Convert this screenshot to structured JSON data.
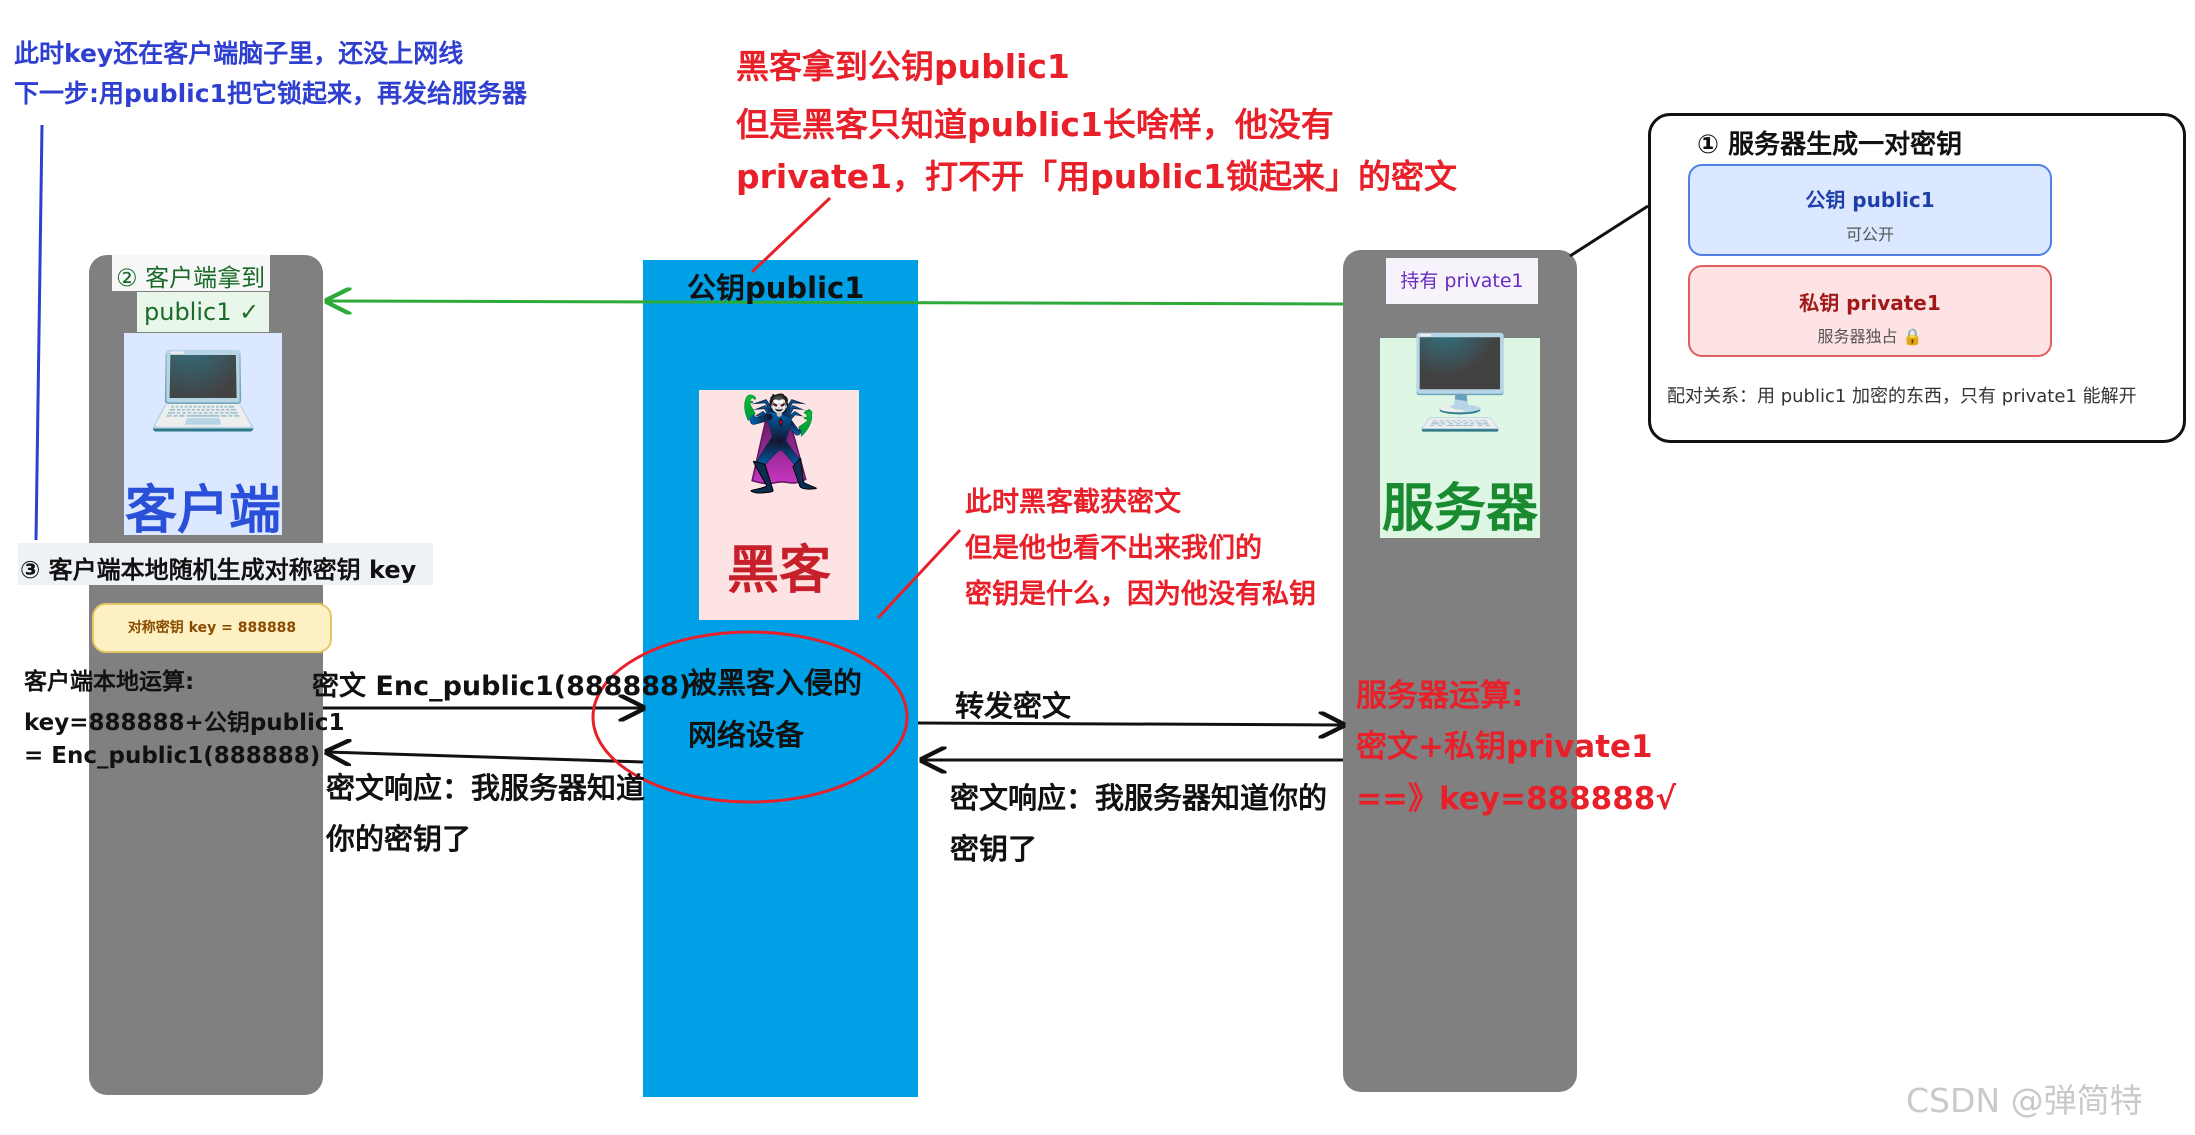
{
  "top_notes": {
    "line1": "此时key还在客户端脑子里，还没上网线",
    "line2": "下一步:用public1把它锁起来，再发给服务器"
  },
  "hacker_note": {
    "line1": "黑客拿到公钥public1",
    "line2": "但是黑客只知道public1长啥样，他没有",
    "line3": "private1，打不开「用public1锁起来」的密文"
  },
  "client": {
    "step2_line1": "② 客户端拿到",
    "step2_line2": "public1 ✓",
    "icon": "💻",
    "label": "客户端",
    "step3": "③ 客户端本地随机生成对称密钥 key",
    "key_badge": "对称密钥 key = 888888",
    "calc_line1": "客户端本地运算:",
    "calc_line2": "key=888888+公钥public1",
    "calc_line3": "= Enc_public1(888888)"
  },
  "network": {
    "title": "公钥public1",
    "icon": "🦹",
    "hacker_label": "黑客",
    "device_line1": "被黑客入侵的",
    "device_line2": "网络设备"
  },
  "intercept_note": {
    "line1": "此时黑客截获密文",
    "line2": "但是他也看不出来我们的",
    "line3": "密钥是什么，因为他没有私钥"
  },
  "server": {
    "holds": "持有 private1",
    "icon": "🖥️",
    "label": "服务器",
    "calc_line1": "服务器运算:",
    "calc_line2": "密文+私钥private1",
    "calc_line3": "==》key=888888√"
  },
  "arrows": {
    "cipher_send": "密文 Enc_public1(888888)",
    "forward": "转发密文",
    "response_left_line1": "密文响应：我服务器知道",
    "response_left_line2": "你的密钥了",
    "response_right_line1": "密文响应：我服务器知道你的",
    "response_right_line2": "密钥了"
  },
  "keypair_box": {
    "title": "① 服务器生成一对密钥",
    "public_title": "公钥 public1",
    "public_sub": "可公开",
    "private_title": "私钥 private1",
    "private_sub": "服务器独占 🔒",
    "relation": "配对关系：用 public1 加密的东西，只有 private1 能解开"
  },
  "watermark": "CSDN @弹简特",
  "colors": {
    "column_gray": "#808080",
    "network_blue": "#00a0e6",
    "note_red": "#e8202a",
    "note_blue": "#2f3fd0",
    "arrow_green": "#2eaa3a"
  }
}
